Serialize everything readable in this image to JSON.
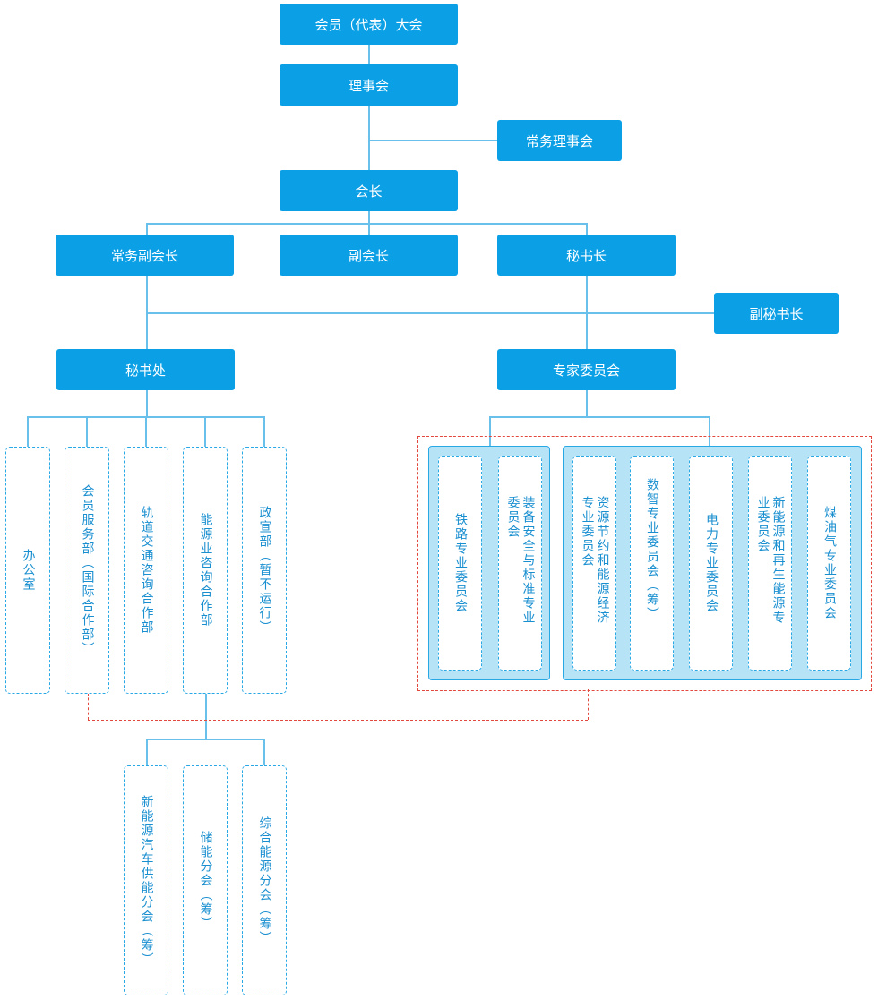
{
  "top": {
    "congress": "会员（代表）大会",
    "council": "理事会",
    "standing_council": "常务理事会",
    "president": "会长"
  },
  "vp": {
    "executive": "常务副会长",
    "vice": "副会长",
    "secgen": "秘书长",
    "deputy_secgen": "副秘书长"
  },
  "mid": {
    "secretariat": "秘书处",
    "experts": "专家委员会"
  },
  "departments": [
    "办公室",
    "会员服务部（国际合作部）",
    "轨道交通咨询合作部",
    "能源业咨询合作部",
    "政宣部（暂不运行）"
  ],
  "committees": [
    "铁路专业委员会",
    "装备安全与标准专业委员会",
    "资源节约和能源经济专业委员会",
    "数智专业委员会（筹）",
    "电力专业委员会",
    "新能源和再生能源专业委员会",
    "煤油气专业委员会"
  ],
  "branches": [
    "新能源汽车供能分会（筹）",
    "储能分会（筹）",
    "综合能源分会（筹）"
  ]
}
